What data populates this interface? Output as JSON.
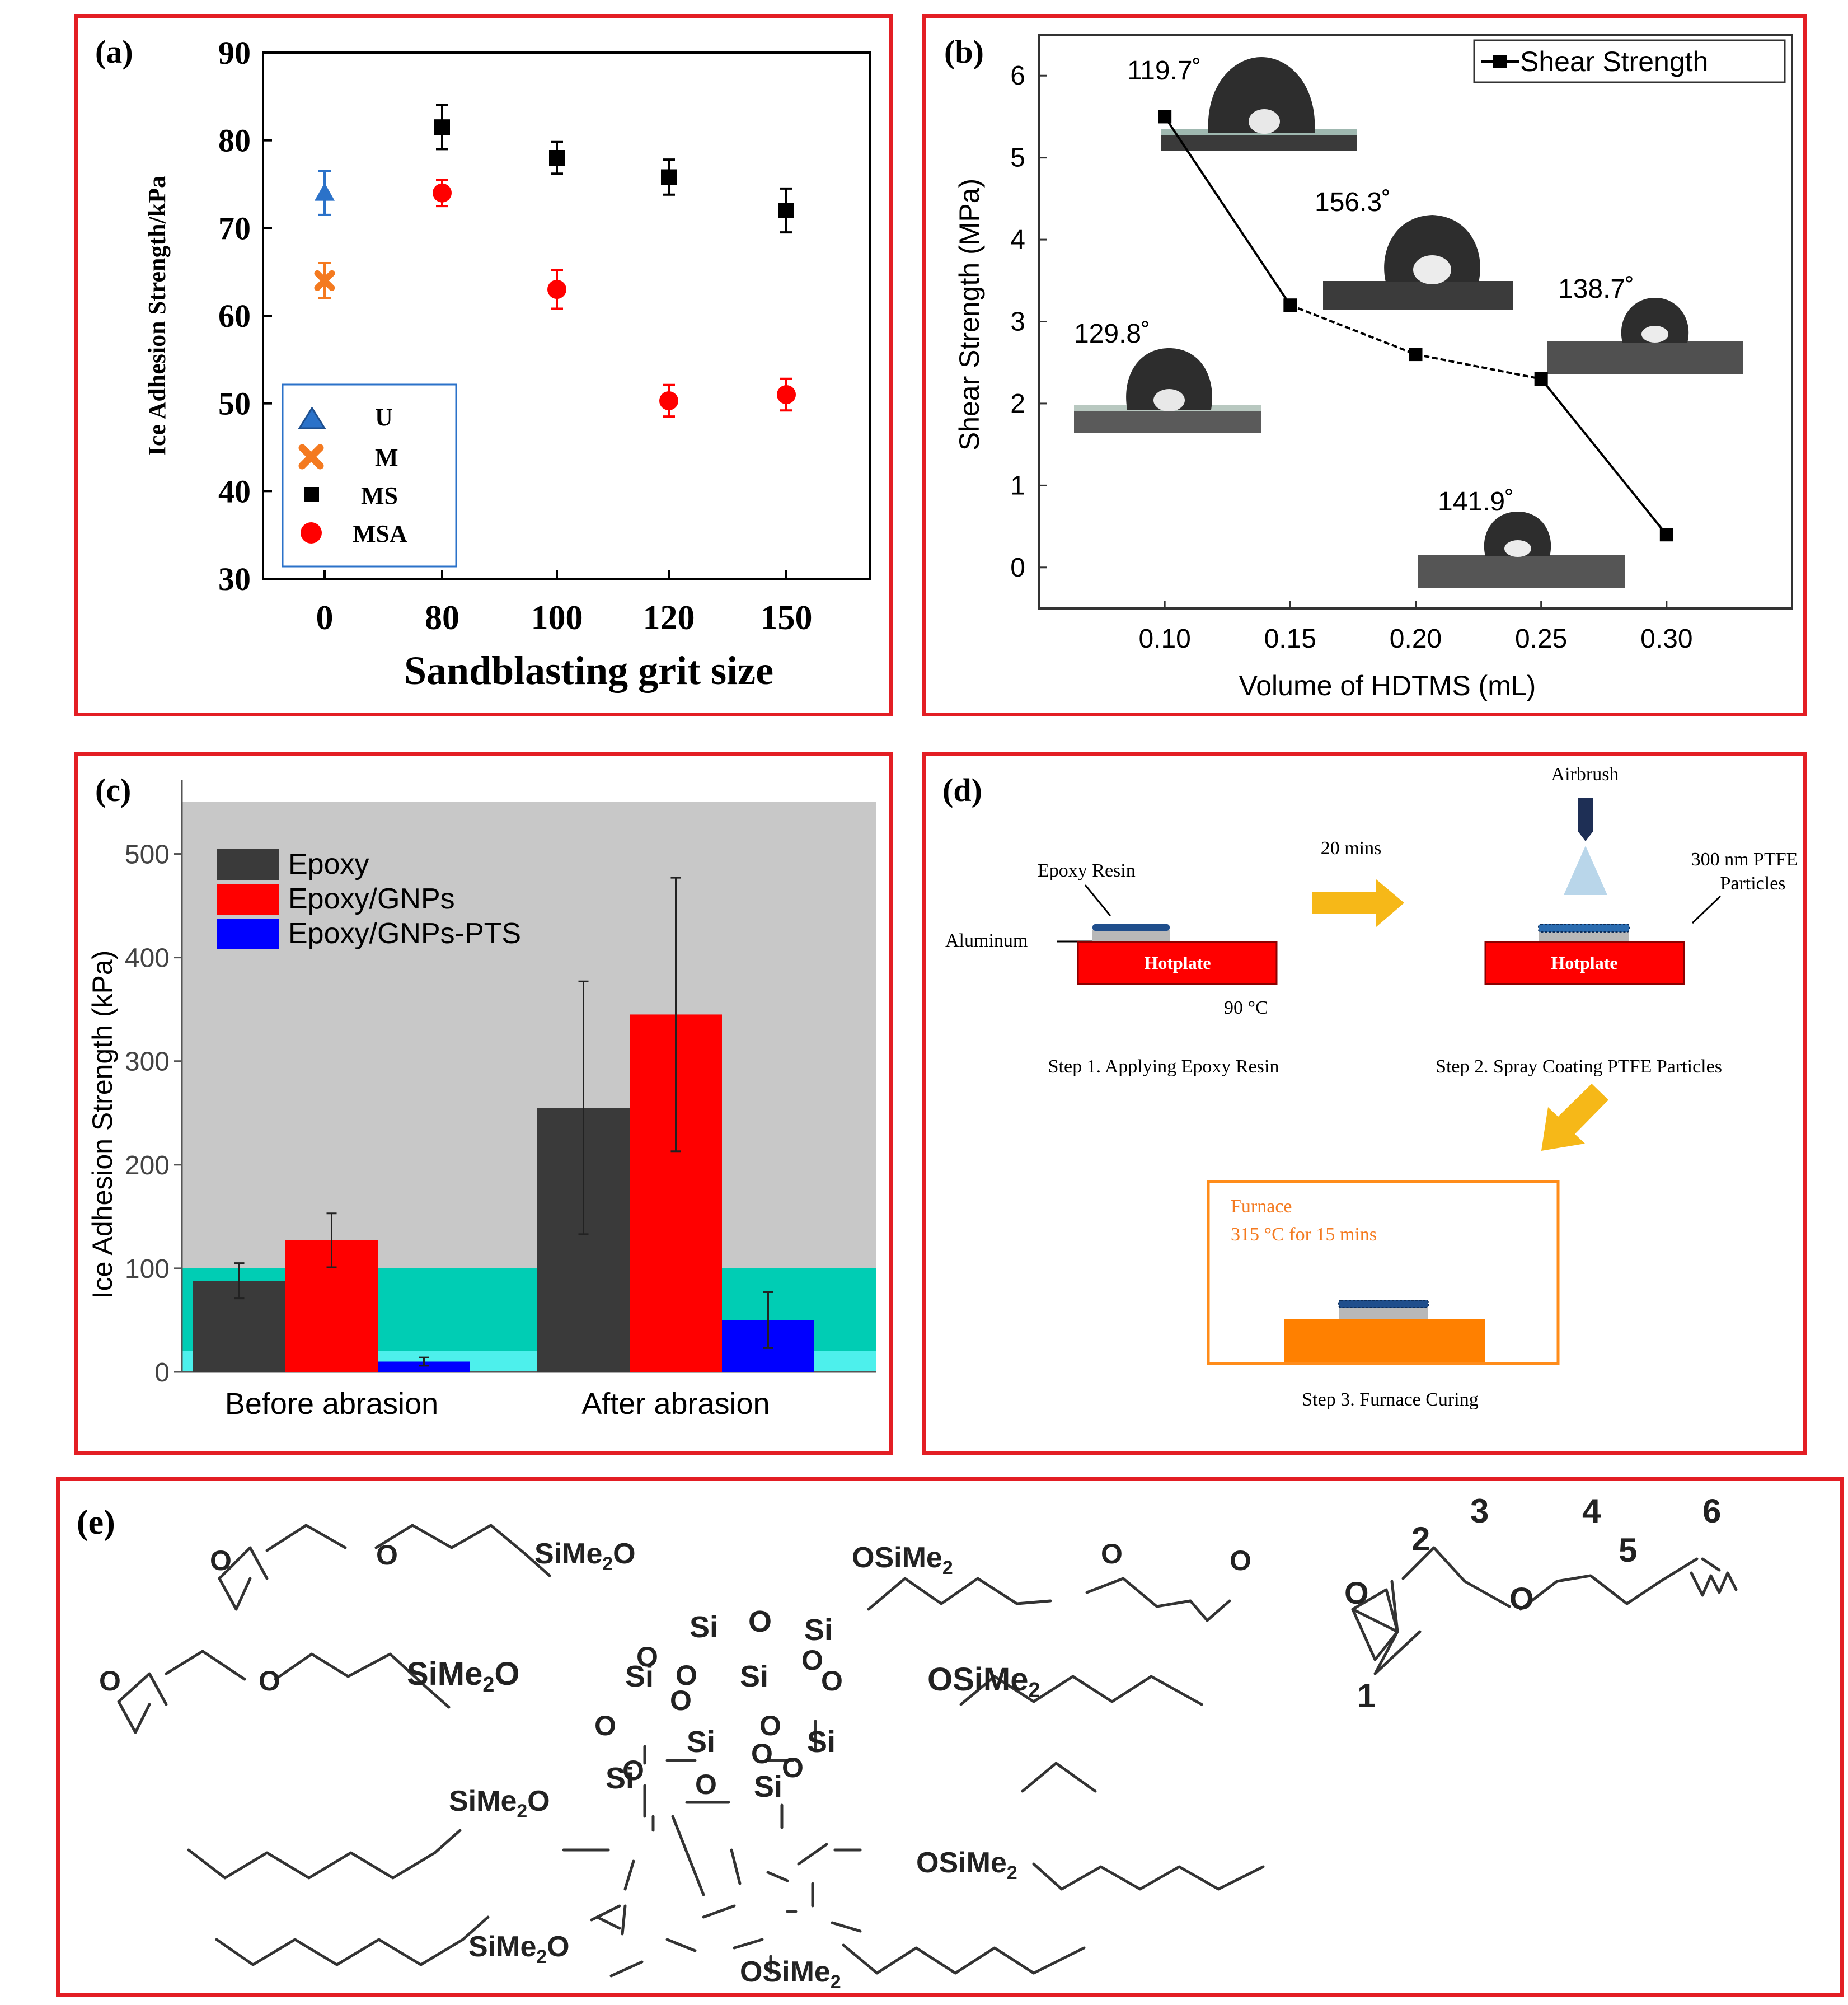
{
  "colors": {
    "panel_border": "#e31e24",
    "black": "#000000",
    "red": "#ff0000",
    "blue": "#0000ff",
    "dark_grey": "#3a3a3a",
    "teal": "#00cdb4",
    "light_cyan": "#4df0ec",
    "grey_bg": "#c8c8c8",
    "orange": "#f47a20",
    "orange_box": "#ff8c1a",
    "arrow_yellow": "#f6b818",
    "triangle_blue": "#2b72c9"
  },
  "chart_data": [
    {
      "id": "a",
      "type": "scatter",
      "panel_label": "(a)",
      "xlabel": "Sandblasting grit size",
      "ylabel": "Ice Adhesion Strength/kPa",
      "x_categories": [
        "0",
        "80",
        "100",
        "120",
        "150"
      ],
      "ylim": [
        30,
        90
      ],
      "yticks": [
        "30",
        "40",
        "50",
        "60",
        "70",
        "80",
        "90"
      ],
      "legend": [
        "U",
        "M",
        "MS",
        "MSA"
      ],
      "series": [
        {
          "name": "U",
          "marker": "triangle",
          "color": "#2b72c9",
          "points": [
            {
              "x": 0,
              "y": 74,
              "err": 2.5
            }
          ]
        },
        {
          "name": "M",
          "marker": "x",
          "color": "#f47a20",
          "points": [
            {
              "x": 0,
              "y": 64,
              "err": 2
            }
          ]
        },
        {
          "name": "MS",
          "marker": "square",
          "color": "#000000",
          "points": [
            {
              "x": 1,
              "y": 81.5,
              "err": 2.5
            },
            {
              "x": 2,
              "y": 78,
              "err": 1.8
            },
            {
              "x": 3,
              "y": 75.8,
              "err": 2
            },
            {
              "x": 4,
              "y": 72,
              "err": 2.5
            }
          ]
        },
        {
          "name": "MSA",
          "marker": "circle",
          "color": "#ff0000",
          "points": [
            {
              "x": 1,
              "y": 74,
              "err": 1.5
            },
            {
              "x": 2,
              "y": 63,
              "err": 2.2
            },
            {
              "x": 3,
              "y": 50.3,
              "err": 1.8
            },
            {
              "x": 4,
              "y": 51,
              "err": 1.8
            }
          ]
        }
      ]
    },
    {
      "id": "b",
      "type": "line",
      "panel_label": "(b)",
      "xlabel": "Volume of HDTMS (mL)",
      "ylabel": "Shear Strength (MPa)",
      "xlim": [
        0.05,
        0.35
      ],
      "ylim": [
        -0.5,
        6.5
      ],
      "xticks": [
        "0.10",
        "0.15",
        "0.20",
        "0.25",
        "0.30"
      ],
      "yticks": [
        "0",
        "1",
        "2",
        "3",
        "4",
        "5",
        "6"
      ],
      "legend": [
        "Shear Strength"
      ],
      "series": [
        {
          "name": "Shear Strength",
          "x": [
            0.1,
            0.15,
            0.2,
            0.25,
            0.3
          ],
          "y": [
            5.5,
            3.2,
            2.6,
            2.3,
            0.4
          ]
        }
      ],
      "contact_angles": [
        "119.7˚",
        "156.3˚",
        "138.7˚",
        "129.8˚",
        "141.9˚"
      ]
    },
    {
      "id": "c",
      "type": "bar",
      "panel_label": "(c)",
      "ylabel": "Ice Adhesion Strength (kPa)",
      "categories": [
        "Before abrasion",
        "After abrasion"
      ],
      "ylim": [
        0,
        550
      ],
      "yticks": [
        "0",
        "100",
        "200",
        "300",
        "400",
        "500"
      ],
      "legend": [
        "Epoxy",
        "Epoxy/GNPs",
        "Epoxy/GNPs-PTS"
      ],
      "series": [
        {
          "name": "Epoxy",
          "color": "#3a3a3a",
          "values": [
            88,
            255
          ],
          "errors": [
            17,
            122
          ]
        },
        {
          "name": "Epoxy/GNPs",
          "color": "#ff0000",
          "values": [
            127,
            345
          ],
          "errors": [
            26,
            132
          ]
        },
        {
          "name": "Epoxy/GNPs-PTS",
          "color": "#0000ff",
          "values": [
            10,
            50
          ],
          "errors": [
            4,
            27
          ]
        }
      ],
      "bands": [
        {
          "from": 0,
          "to": 100,
          "color": "#00cdb4"
        },
        {
          "from": 0,
          "to": 20,
          "color": "#4df0ec"
        }
      ]
    }
  ],
  "panel_d": {
    "panel_label": "(d)",
    "airbrush": "Airbrush",
    "time": "20 mins",
    "epoxy_resin": "Epoxy Resin",
    "aluminum": "Aluminum",
    "hotplate": "Hotplate",
    "temp": "90 °C",
    "ptfe_line1": "300 nm PTFE",
    "ptfe_line2": "Particles",
    "step1": "Step 1. Applying  Epoxy Resin",
    "step2": "Step 2. Spray  Coating PTFE Particles",
    "furnace": "Furnace",
    "furnace_cond": "315 °C for 15 mins",
    "step3": "Step 3. Furnace  Curing"
  },
  "panel_e": {
    "panel_label": "(e)",
    "si": "Si",
    "o": "O",
    "sime2o": "SiMe",
    "osime2": "OSiMe",
    "sub2": "2",
    "numbers": [
      "1",
      "2",
      "3",
      "4",
      "5",
      "6"
    ]
  }
}
